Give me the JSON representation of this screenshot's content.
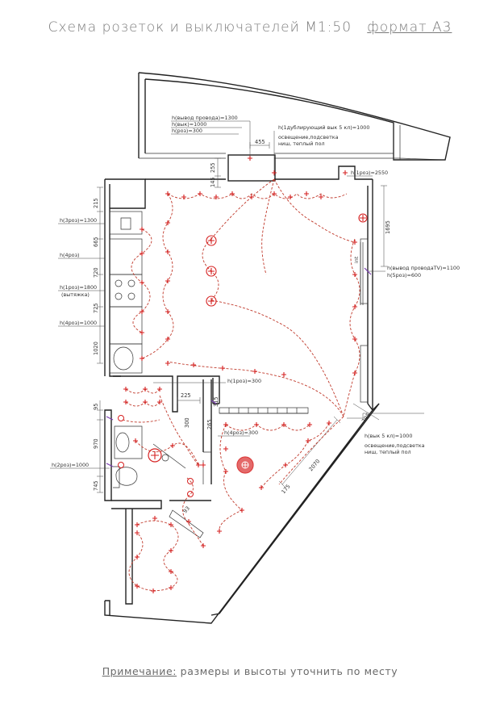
{
  "header": {
    "title": "Схема розеток и выключателей М1:50",
    "format": "формат А3"
  },
  "note": {
    "label": "Примечание:",
    "text": " размеры и высоты уточнить по месту"
  },
  "labels": {
    "wire_out": "h(вывод провода)=1300",
    "switch_h": "h(вык)=1000",
    "socket_h": "h(роз)=300",
    "dup_switch": "h(1дублирующий вык 5 кл)=1000",
    "dup_desc1": "освещение,подсветка",
    "dup_desc2": "ниш, теплый пол",
    "rozt_2550": "h(1роз)=2550",
    "rozt_3": "h(3роз)=1300",
    "rozt_4a": "h(4роз)",
    "rozt_1": "h(1роз)=1800",
    "rozt_1_note": "(вытяжка)",
    "rozt_4b": "h(4роз)=1000",
    "tv_wire": "h(вывод проводаTV)=1100",
    "tv_sockets": "h(5роз)=600",
    "rozt_1_300": "h(1роз)=300",
    "rozt_4_300": "h(4роз)=300",
    "switch5": "h(вык 5 кл)=1000",
    "switch5_desc1": "освещение,подсветка",
    "switch5_desc2": "ниш, теплый пол",
    "rozt_2": "h(2роз)=1000",
    "int_label": "int"
  },
  "dimensions": {
    "d455": "455",
    "d255": "255",
    "d145": "145",
    "d215": "215",
    "d665": "665",
    "d720": "720",
    "d725": "725",
    "d1020": "1020",
    "d1695": "1695",
    "d225": "225",
    "d315": "315",
    "d95": "95",
    "d970": "970",
    "d745": "745",
    "d2070": "2070",
    "d175": "175",
    "d795": "795",
    "d300": "300",
    "d265": "265",
    "d93": "93"
  },
  "colors": {
    "wiring": "#c0392b",
    "points": "#d62020",
    "walls": "#222222",
    "text": "#7a7a7a"
  }
}
